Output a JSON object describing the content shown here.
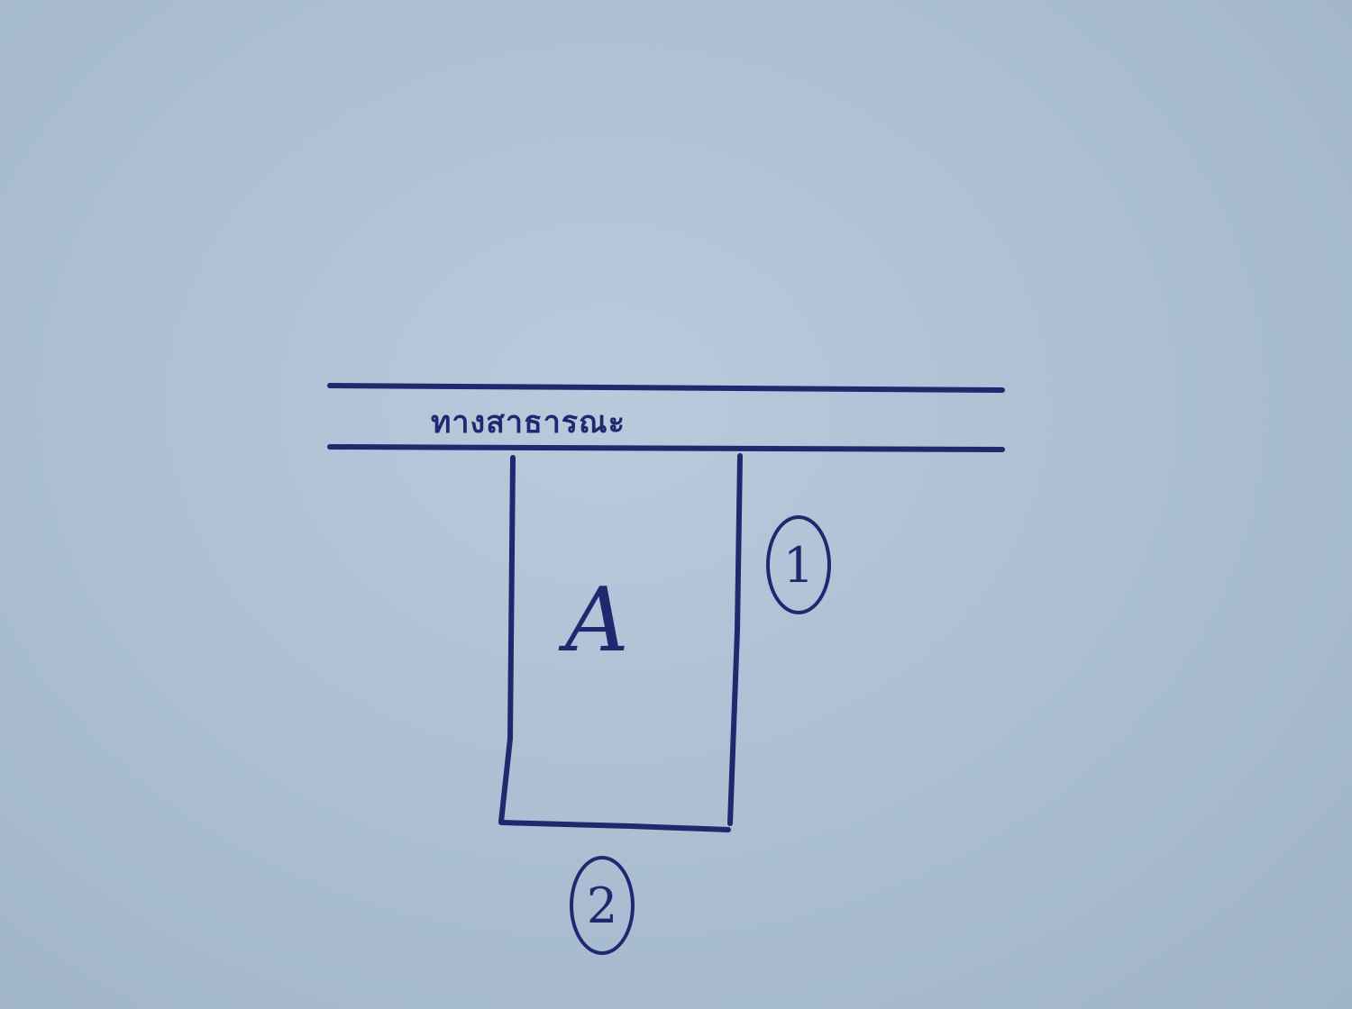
{
  "diagram": {
    "road_label": "ทางสาธารณะ",
    "lot_label": "A",
    "side_markers": [
      "1",
      "2"
    ],
    "ink_color": "#202870"
  }
}
